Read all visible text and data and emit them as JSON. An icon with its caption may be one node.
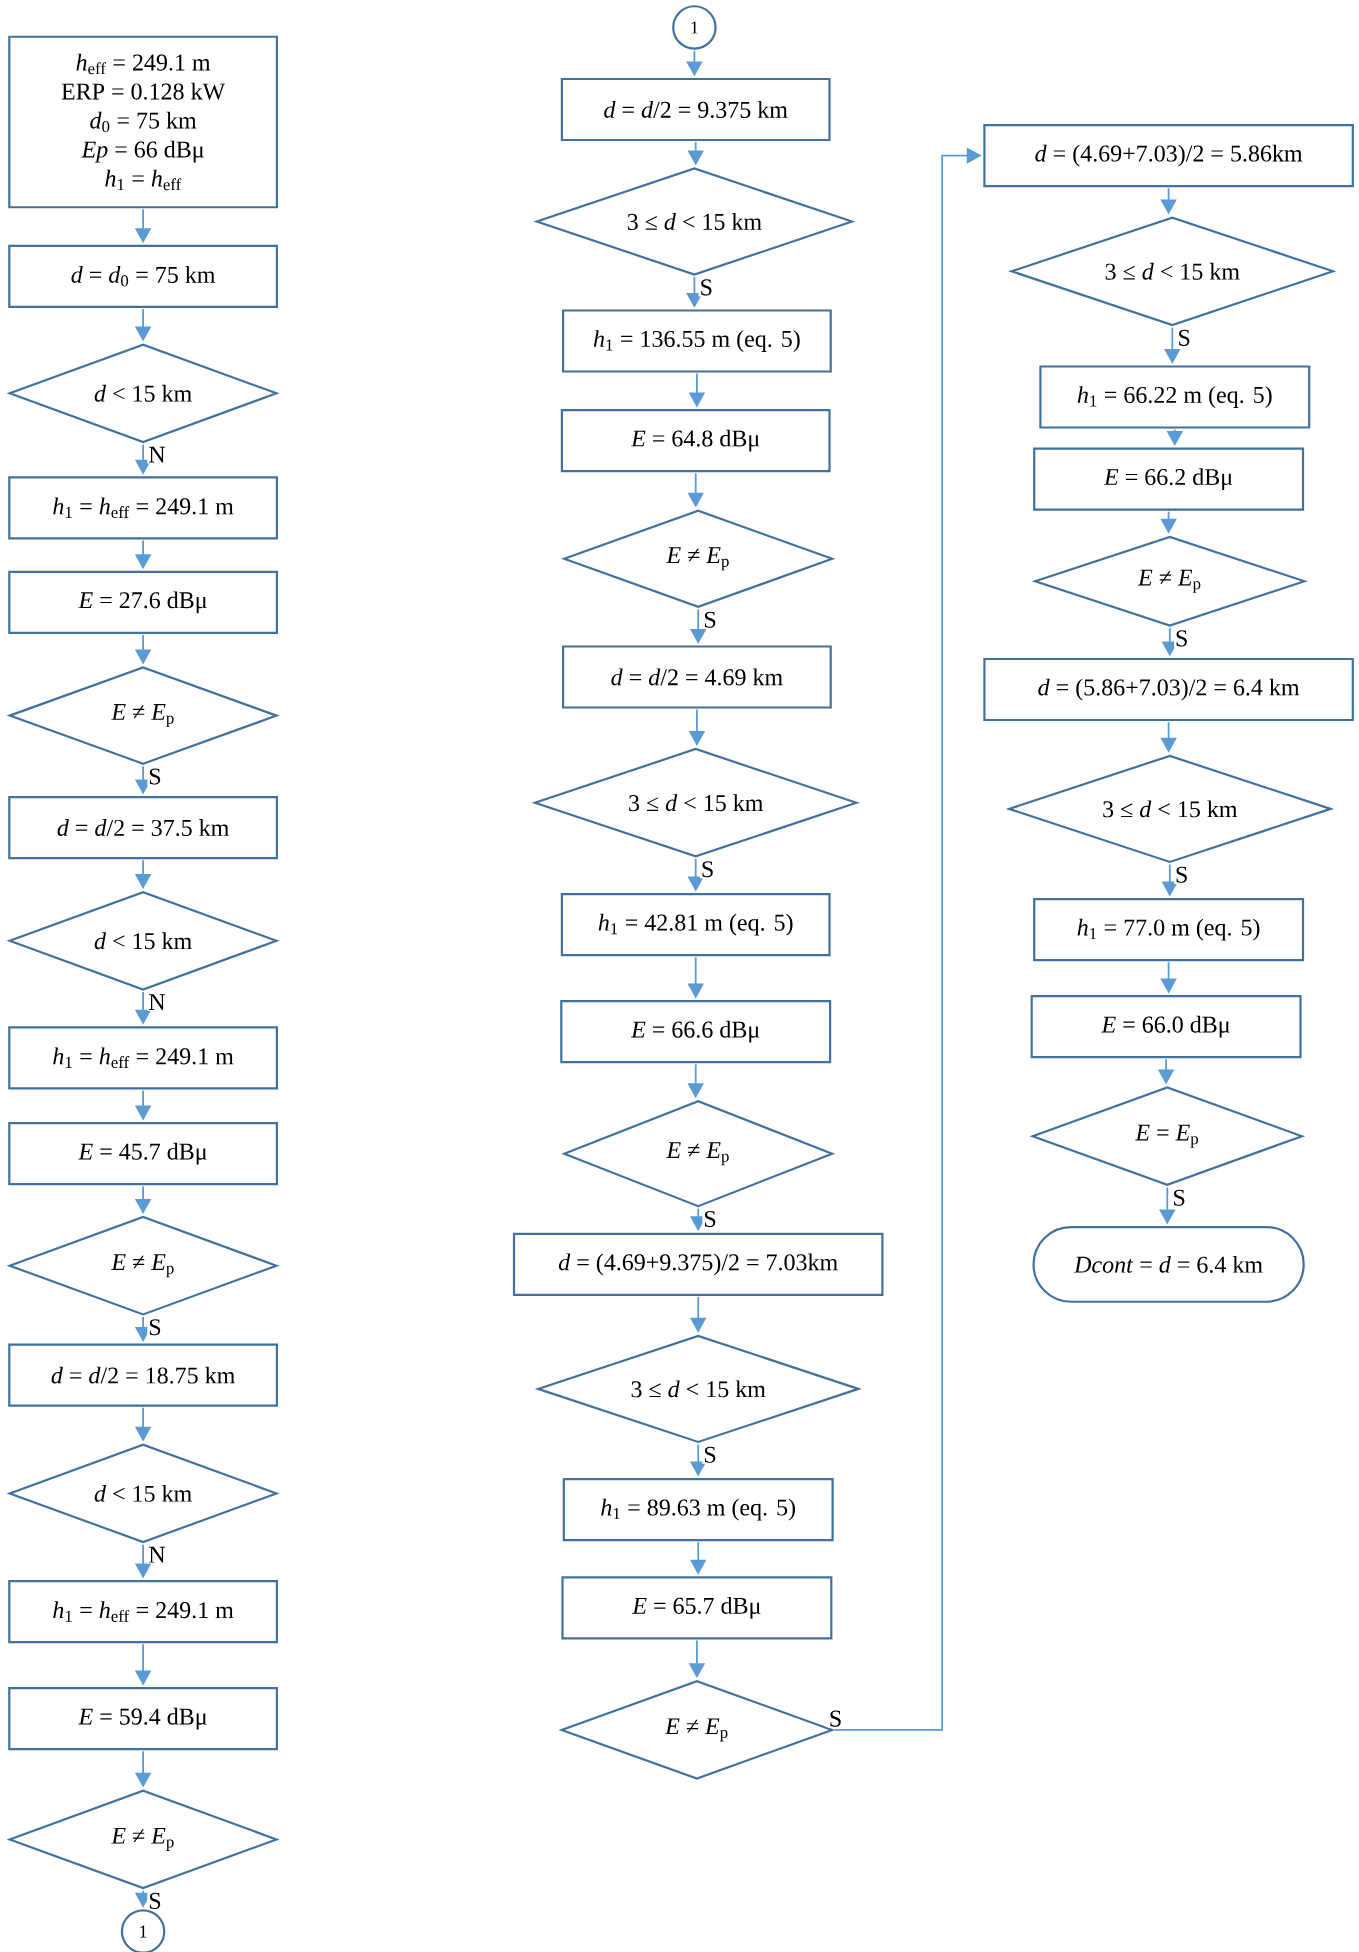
{
  "diagram": {
    "nodes": [
      {
        "text": [
          "*h*$_{eff}$ = 249.1 m",
          "ERP = 0.128 kW",
          "*d*$_{0}$ = 75 km",
          "*Ep* = 66 dBμ",
          "*h*$_{1}$ = *h*$_{eff}$"
        ]
      },
      {
        "text": [
          "*d* = *d*$_{0}$ = 75 km"
        ]
      },
      {
        "text": [
          "*d* < 15 km"
        ]
      },
      {
        "text": [
          "*h*$_{1}$ = *h*$_{eff}$ = 249.1 m"
        ]
      },
      {
        "text": [
          "*E* = 27.6 dBμ"
        ]
      },
      {
        "text": [
          "*E* ≠ *E*$_{p}$"
        ]
      },
      {
        "text": [
          "*d* = *d*/2 = 37.5 km"
        ]
      },
      {
        "text": [
          "*d* < 15 km"
        ]
      },
      {
        "text": [
          "*h*$_{1}$ = *h*$_{eff}$ = 249.1 m"
        ]
      },
      {
        "text": [
          "*E* = 45.7 dBμ"
        ]
      },
      {
        "text": [
          "*E* ≠ *E*$_{p}$"
        ]
      },
      {
        "text": [
          "*d* = *d*/2 = 18.75 km"
        ]
      },
      {
        "text": [
          "*d* < 15 km"
        ]
      },
      {
        "text": [
          "*h*$_{1}$ = *h*$_{eff}$ = 249.1 m"
        ]
      },
      {
        "text": [
          "*E* = 59.4 dBμ"
        ]
      },
      {
        "text": [
          "*E* ≠ *E*$_{p}$"
        ]
      },
      {
        "text": [
          "1"
        ]
      },
      {
        "text": [
          "1"
        ]
      },
      {
        "text": [
          "*d* = *d*/2 = 9.375 km"
        ]
      },
      {
        "text": [
          "3 ≤ *d* < 15 km"
        ]
      },
      {
        "text": [
          "*h*$_{1}$ = 136.55 m (eq. 5)"
        ]
      },
      {
        "text": [
          "*E* = 64.8 dBμ"
        ]
      },
      {
        "text": [
          "*E* ≠ *E*$_{p}$"
        ]
      },
      {
        "text": [
          "*d* = *d*/2 = 4.69 km"
        ]
      },
      {
        "text": [
          "3 ≤ *d* < 15 km"
        ]
      },
      {
        "text": [
          "*h*$_{1}$ = 42.81 m (eq. 5)"
        ]
      },
      {
        "text": [
          "*E* = 66.6 dBμ"
        ]
      },
      {
        "text": [
          "*E* ≠ *E*$_{p}$"
        ]
      },
      {
        "text": [
          "*d* = (4.69+9.375)/2 = 7.03km"
        ]
      },
      {
        "text": [
          "3 ≤ *d* < 15 km"
        ]
      },
      {
        "text": [
          "*h*$_{1}$ = 89.63 m (eq. 5)"
        ]
      },
      {
        "text": [
          "*E* = 65.7 dBμ"
        ]
      },
      {
        "text": [
          "*E* ≠ *E*$_{p}$"
        ]
      },
      {
        "text": [
          "*d* = (4.69+7.03)/2 = 5.86km"
        ]
      },
      {
        "text": [
          "3 ≤ *d* < 15 km"
        ]
      },
      {
        "text": [
          "*h*$_{1}$ = 66.22 m (eq. 5)"
        ]
      },
      {
        "text": [
          "*E* = 66.2 dBμ"
        ]
      },
      {
        "text": [
          "*E* ≠ *E*$_{p}$"
        ]
      },
      {
        "text": [
          "*d* = (5.86+7.03)/2 = 6.4 km"
        ]
      },
      {
        "text": [
          "3 ≤ *d* < 15 km"
        ]
      },
      {
        "text": [
          "*h*$_{1}$ = 77.0 m (eq. 5)"
        ]
      },
      {
        "text": [
          "*E* = 66.0 dBμ"
        ]
      },
      {
        "text": [
          "*E* = *E*$_{p}$"
        ]
      },
      {
        "text": [
          "*Dcont* = *d* = 6.4 km"
        ]
      }
    ],
    "edges": [
      {
        "from": 0,
        "to": 1,
        "arrow": "to"
      },
      {
        "from": 1,
        "to": 2,
        "arrow": "to"
      },
      {
        "from": 2,
        "to": 3,
        "arrow": "to",
        "label": "N"
      },
      {
        "from": 3,
        "to": 4,
        "arrow": "to"
      },
      {
        "from": 4,
        "to": 5,
        "arrow": "to"
      },
      {
        "from": 5,
        "to": 6,
        "arrow": "to",
        "label": "S"
      },
      {
        "from": 6,
        "to": 7,
        "arrow": "to"
      },
      {
        "from": 7,
        "to": 8,
        "arrow": "to",
        "label": "N"
      },
      {
        "from": 8,
        "to": 9,
        "arrow": "to"
      },
      {
        "from": 9,
        "to": 10,
        "arrow": "to"
      },
      {
        "from": 10,
        "to": 11,
        "arrow": "to",
        "label": "S"
      },
      {
        "from": 11,
        "to": 12,
        "arrow": "to"
      },
      {
        "from": 12,
        "to": 13,
        "arrow": "to",
        "label": "N"
      },
      {
        "from": 13,
        "to": 14,
        "arrow": "to"
      },
      {
        "from": 14,
        "to": 15,
        "arrow": "to"
      },
      {
        "from": 15,
        "to": 16,
        "arrow": "to",
        "label": "S"
      },
      {
        "from": 17,
        "to": 18,
        "arrow": "to"
      },
      {
        "from": 18,
        "to": 19,
        "arrow": "to"
      },
      {
        "from": 19,
        "to": 20,
        "arrow": "to",
        "label": "S"
      },
      {
        "from": 20,
        "to": 21,
        "arrow": "to"
      },
      {
        "from": 21,
        "to": 22,
        "arrow": "to"
      },
      {
        "from": 22,
        "to": 23,
        "arrow": "to",
        "label": "S"
      },
      {
        "from": 23,
        "to": 24,
        "arrow": "to"
      },
      {
        "from": 24,
        "to": 25,
        "arrow": "to",
        "label": "S"
      },
      {
        "from": 25,
        "to": 26,
        "arrow": "to"
      },
      {
        "from": 26,
        "to": 27,
        "arrow": "to"
      },
      {
        "from": 27,
        "to": 28,
        "arrow": "to",
        "label": "S"
      },
      {
        "from": 28,
        "to": 29,
        "arrow": "to"
      },
      {
        "from": 29,
        "to": 30,
        "arrow": "to",
        "label": "S"
      },
      {
        "from": 30,
        "to": 31,
        "arrow": "to"
      },
      {
        "from": 31,
        "to": 32,
        "arrow": "to"
      },
      {
        "from": 32,
        "to": 33,
        "arrow": "to",
        "label": "S"
      },
      {
        "from": 33,
        "to": 34,
        "arrow": "to"
      },
      {
        "from": 34,
        "to": 35,
        "arrow": "to",
        "label": "S"
      },
      {
        "from": 35,
        "to": 36,
        "arrow": "to"
      },
      {
        "from": 36,
        "to": 37,
        "arrow": "to"
      },
      {
        "from": 37,
        "to": 38,
        "arrow": "to",
        "label": "S"
      },
      {
        "from": 38,
        "to": 39,
        "arrow": "to"
      },
      {
        "from": 39,
        "to": 40,
        "arrow": "to",
        "label": "S"
      },
      {
        "from": 40,
        "to": 41,
        "arrow": "to"
      },
      {
        "from": 41,
        "to": 42,
        "arrow": "to"
      },
      {
        "from": 42,
        "to": 43,
        "arrow": "to",
        "label": "S"
      }
    ]
  }
}
